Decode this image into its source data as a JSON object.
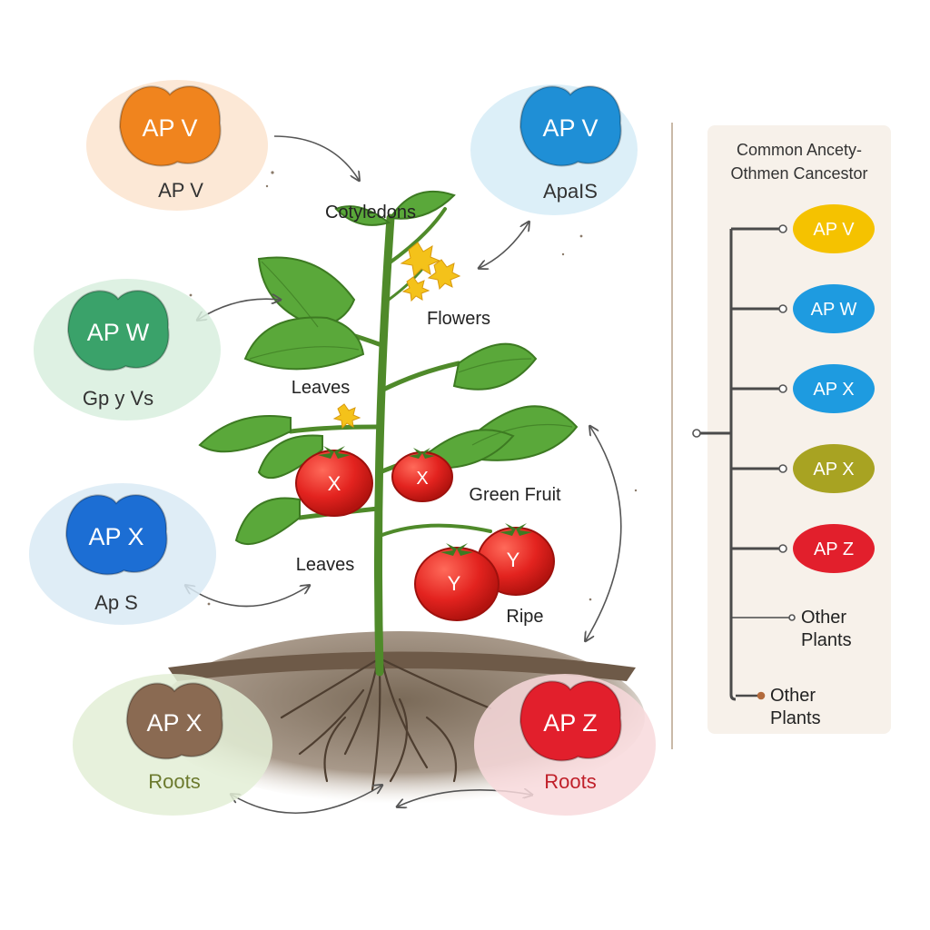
{
  "blobs": [
    {
      "id": "top-left",
      "title": "AP V",
      "caption": "AP V",
      "fill": "#f0841e",
      "halo": "#fbe4cf",
      "caption_color": "#333333"
    },
    {
      "id": "top-right",
      "title": "AP V",
      "caption": "ApaIS",
      "fill": "#1f8fd6",
      "halo": "#d6ecf7",
      "caption_color": "#333333"
    },
    {
      "id": "mid-left",
      "title": "AP W",
      "caption": "Gp y Vs",
      "fill": "#3aa26a",
      "halo": "#d8eede",
      "caption_color": "#333333"
    },
    {
      "id": "lower-left",
      "title": "AP X",
      "caption": "Ap S",
      "fill": "#1c6ed4",
      "halo": "#d9eaf5",
      "caption_color": "#333333"
    },
    {
      "id": "bottom-left",
      "title": "AP X",
      "caption": "Roots",
      "fill": "#8a6a52",
      "halo": "#e3efd6",
      "caption_color": "#6c7a2e"
    },
    {
      "id": "bottom-right",
      "title": "AP Z",
      "caption": "Roots",
      "fill": "#e21f2c",
      "halo": "#f8d9dc",
      "caption_color": "#c0202a"
    }
  ],
  "plant_labels": {
    "cotyledons": "Cotyledons",
    "flowers": "Flowers",
    "leaves_upper": "Leaves",
    "leaves_lower": "Leaves",
    "green_fruit": "Green Fruit",
    "ripe": "Ripe"
  },
  "fruit_marks": {
    "left": "X",
    "middle": "X",
    "lower_left": "Y",
    "lower_right": "Y"
  },
  "tree": {
    "title_line1": "Common Ancety-",
    "title_line2": "Othmen Cancestor",
    "leaves": [
      {
        "label": "AP V",
        "color": "#f5c200"
      },
      {
        "label": "AP W",
        "color": "#1e9be0"
      },
      {
        "label": "AP X",
        "color": "#1e9be0"
      },
      {
        "label": "AP X",
        "color": "#a8a322"
      },
      {
        "label": "AP Z",
        "color": "#e21f2c"
      }
    ],
    "other_1_line1": "Other",
    "other_1_line2": "Plants",
    "other_2_line1": "Other",
    "other_2_line2": "Plants"
  }
}
